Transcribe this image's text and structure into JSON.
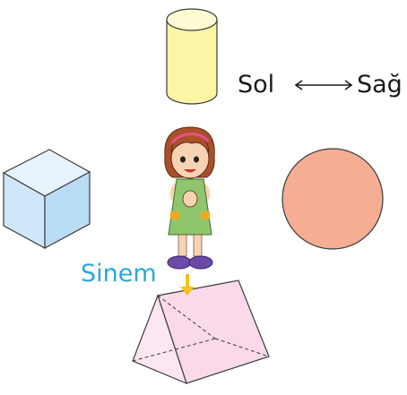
{
  "direction_legend": {
    "left_label": "Sol",
    "right_label": "Sağ"
  },
  "character": {
    "name": "Sinem"
  },
  "colors": {
    "cylinder_fill": "#fdf5a6",
    "cube_fill": "#d4ebfb",
    "sphere_fill": "#f5ad94",
    "prism_fill": "#f9d9ea",
    "name_text": "#2aa7de",
    "arrow": "#f4c21a",
    "shape_stroke": "#3b3b3b"
  },
  "shapes": [
    {
      "name": "cylinder",
      "position": "top"
    },
    {
      "name": "cube",
      "position": "left"
    },
    {
      "name": "sphere",
      "position": "right"
    },
    {
      "name": "triangular-prism",
      "position": "bottom"
    }
  ]
}
